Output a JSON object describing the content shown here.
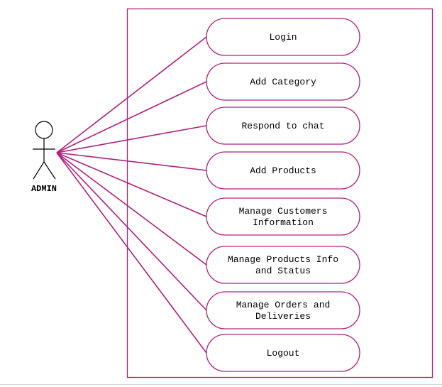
{
  "colors": {
    "accent": "#b0207f",
    "actor_stroke": "#000000",
    "background": "#ffffff"
  },
  "actor": {
    "label": "ADMIN"
  },
  "use_cases": [
    {
      "id": "login",
      "lines": [
        "Login"
      ]
    },
    {
      "id": "add-category",
      "lines": [
        "Add Category"
      ]
    },
    {
      "id": "respond-to-chat",
      "lines": [
        "Respond to chat"
      ]
    },
    {
      "id": "add-products",
      "lines": [
        "Add Products"
      ]
    },
    {
      "id": "manage-customers-information",
      "lines": [
        "Manage Customers",
        "Information"
      ]
    },
    {
      "id": "manage-products-info-and-status",
      "lines": [
        "Manage Products Info",
        "and Status"
      ]
    },
    {
      "id": "manage-orders-and-deliveries",
      "lines": [
        "Manage Orders and",
        "Deliveries"
      ]
    },
    {
      "id": "logout",
      "lines": [
        "Logout"
      ]
    }
  ]
}
